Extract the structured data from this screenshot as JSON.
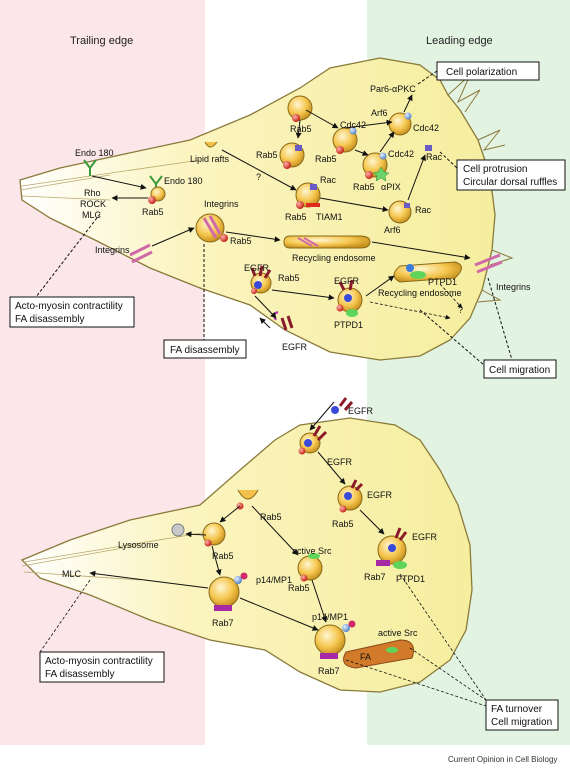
{
  "header": {
    "trailing_edge": "Trailing edge",
    "leading_edge": "Leading edge"
  },
  "labels": {
    "endo180_a": "Endo 180",
    "endo180_b": "Endo 180",
    "lipid_rafts": "Lipid rafts",
    "rho": "Rho",
    "rock": "ROCK",
    "mlc": "MLC",
    "rab5_1": "Rab5",
    "rab5_2": "Rab5",
    "rab5_3": "Rab5",
    "rab5_4": "Rab5",
    "rab5_5": "Rab5",
    "rab5_6": "Rab5",
    "rab5_7": "Rab5",
    "rab5_8": "Rab5",
    "cdc42_1": "Cdc42",
    "cdc42_2": "Cdc42",
    "cdc42_3": "Cdc42",
    "arf6_1": "Arf6",
    "arf6_2": "Arf6",
    "par6": "Par6-αPKC",
    "rac_1": "Rac",
    "rac_2": "Rac",
    "rac_3": "Rac",
    "tiam1": "TIAM1",
    "apix": "αPIX",
    "question_1": "?",
    "question_2": "?",
    "integrins_1": "Integrins",
    "integrins_2": "Integrins",
    "integrins_3": "Integrins",
    "recycling_endosome_1": "Recycling endosome",
    "recycling_endosome_2": "Recycling endosome",
    "egfr_1": "EGFR",
    "egfr_2": "EGFR",
    "egfr_3": "EGFR",
    "ptpd1_1": "PTPD1",
    "ptpd1_2": "PTPD1",
    "egfr_b1": "EGFR",
    "egfr_b2": "EGFR",
    "egfr_b3": "EGFR",
    "egfr_b4": "EGFR",
    "rab5_b1": "Rab5",
    "rab5_b2": "Rab5",
    "rab5_b3": "Rab5",
    "active_src_1": "active Src",
    "active_src_2": "active Src",
    "lysosome": "Lysosome",
    "mlc_b": "MLC",
    "p14_1": "p14/MP1",
    "p14_2": "p14/MP1",
    "rab7_1": "Rab7",
    "rab7_2": "Rab7",
    "rab7_3": "Rab7",
    "ptpd1_b": "PTPD1",
    "fa": "FA"
  },
  "boxes": {
    "cell_polarization": "Cell polarization",
    "cell_protrusion_1": "Cell protrusion",
    "cell_protrusion_2": "Circular dorsal ruffles",
    "actomyosin_1": "Acto-myosin contractility",
    "actomyosin_2": "FA disassembly",
    "fa_disassembly": "FA disassembly",
    "cell_migration": "Cell migration",
    "actomyosin_b1": "Acto-myosin contractility",
    "actomyosin_b2": "FA disassembly",
    "fa_turnover_1": "FA turnover",
    "fa_turnover_2": "Cell migration"
  },
  "credit": "Current Opinion in Cell Biology",
  "colors": {
    "trailing_bg": "#fbe6ea",
    "leading_bg": "#e3f3e2",
    "cell_fill": "#fbf7c6",
    "cell_stroke": "#8a7a3a",
    "vesicle_fill": "#f4c24a",
    "vesicle_stroke": "#8a6a1a",
    "rab5": "#e0281c",
    "cdc42": "#7aa6e0",
    "rac": "#6a5ac8",
    "ptpd1": "#5ed45a",
    "rab7": "#a62aa6",
    "egfr": "#8a1a2a",
    "integrin": "#d06aa6"
  }
}
